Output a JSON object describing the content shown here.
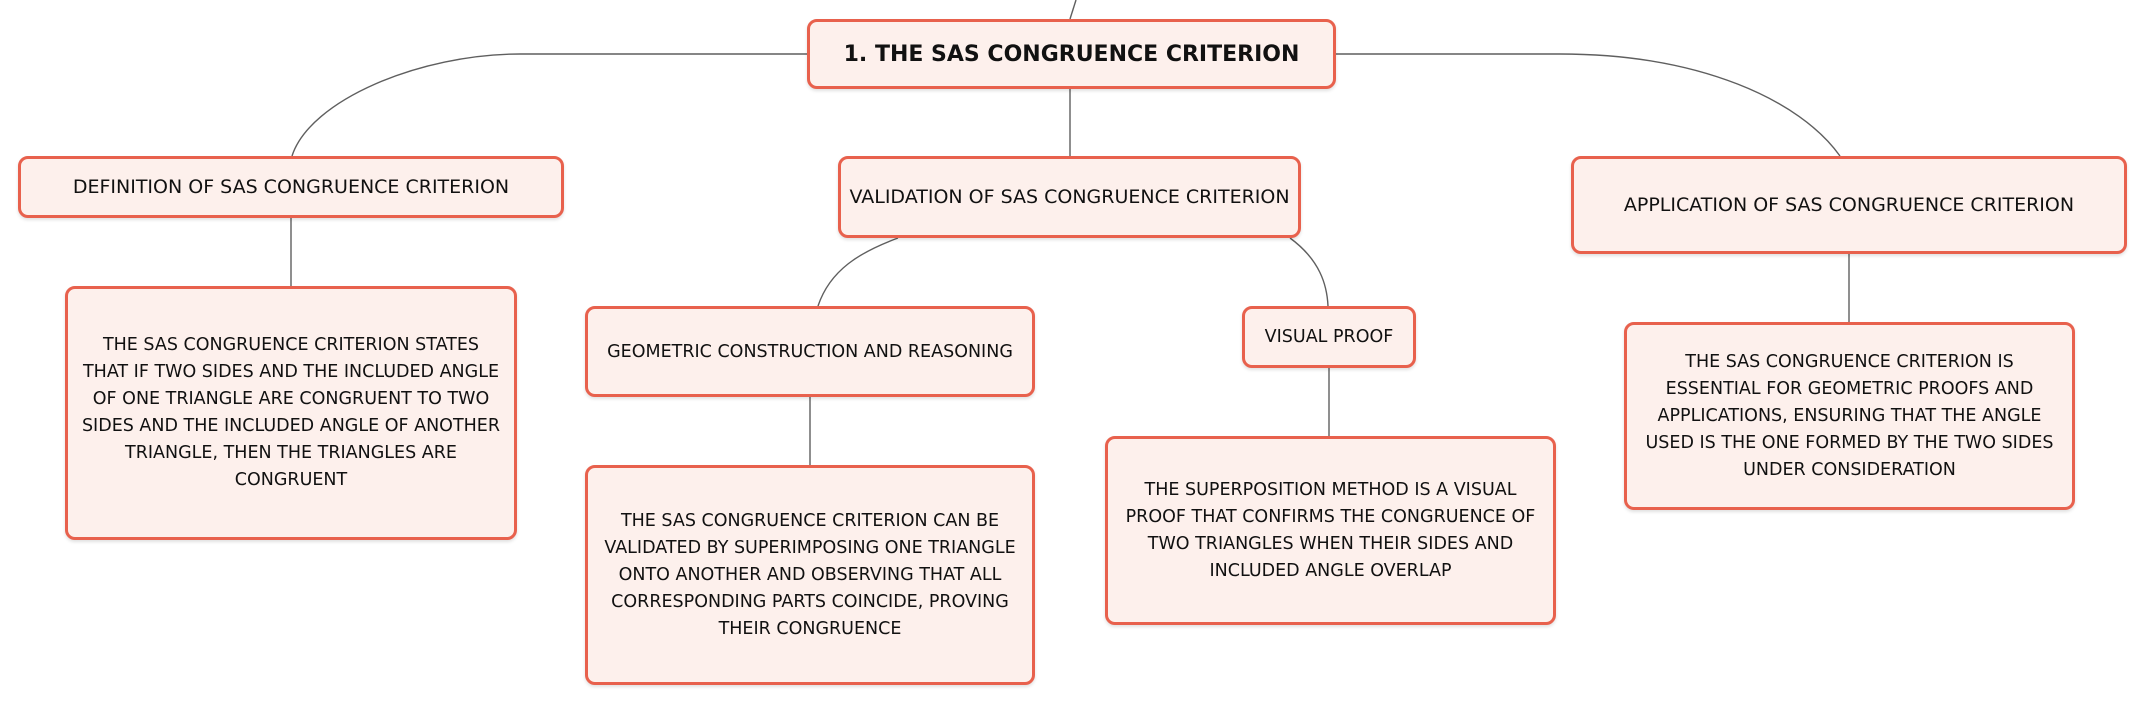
{
  "root": {
    "label": "1. THE SAS CONGRUENCE CRITERION"
  },
  "branches": {
    "definition": {
      "label": "DEFINITION OF SAS CONGRUENCE CRITERION",
      "detail": "THE SAS CONGRUENCE CRITERION STATES THAT IF TWO SIDES AND THE INCLUDED ANGLE OF ONE TRIANGLE ARE CONGRUENT TO TWO SIDES AND THE INCLUDED ANGLE OF ANOTHER TRIANGLE, THEN THE TRIANGLES ARE CONGRUENT"
    },
    "validation": {
      "label": "VALIDATION OF SAS CONGRUENCE CRITERION",
      "children": {
        "geometric": {
          "label": "GEOMETRIC CONSTRUCTION AND REASONING",
          "detail": "THE SAS CONGRUENCE CRITERION CAN BE VALIDATED BY SUPERIMPOSING ONE TRIANGLE ONTO ANOTHER AND OBSERVING THAT ALL CORRESPONDING PARTS COINCIDE, PROVING THEIR CONGRUENCE"
        },
        "visual": {
          "label": "VISUAL PROOF",
          "detail": "THE SUPERPOSITION METHOD IS A VISUAL PROOF THAT CONFIRMS THE CONGRUENCE OF TWO TRIANGLES WHEN THEIR SIDES AND INCLUDED ANGLE OVERLAP"
        }
      }
    },
    "application": {
      "label": "APPLICATION OF SAS CONGRUENCE CRITERION",
      "detail": "THE SAS CONGRUENCE CRITERION IS ESSENTIAL FOR GEOMETRIC PROOFS AND APPLICATIONS, ENSURING THAT THE ANGLE USED IS THE ONE FORMED BY THE TWO SIDES UNDER CONSIDERATION"
    }
  },
  "colors": {
    "node_border": "#e8614d",
    "node_fill": "#fdf0ec",
    "connector": "#5f5f5f",
    "text": "#111111"
  }
}
